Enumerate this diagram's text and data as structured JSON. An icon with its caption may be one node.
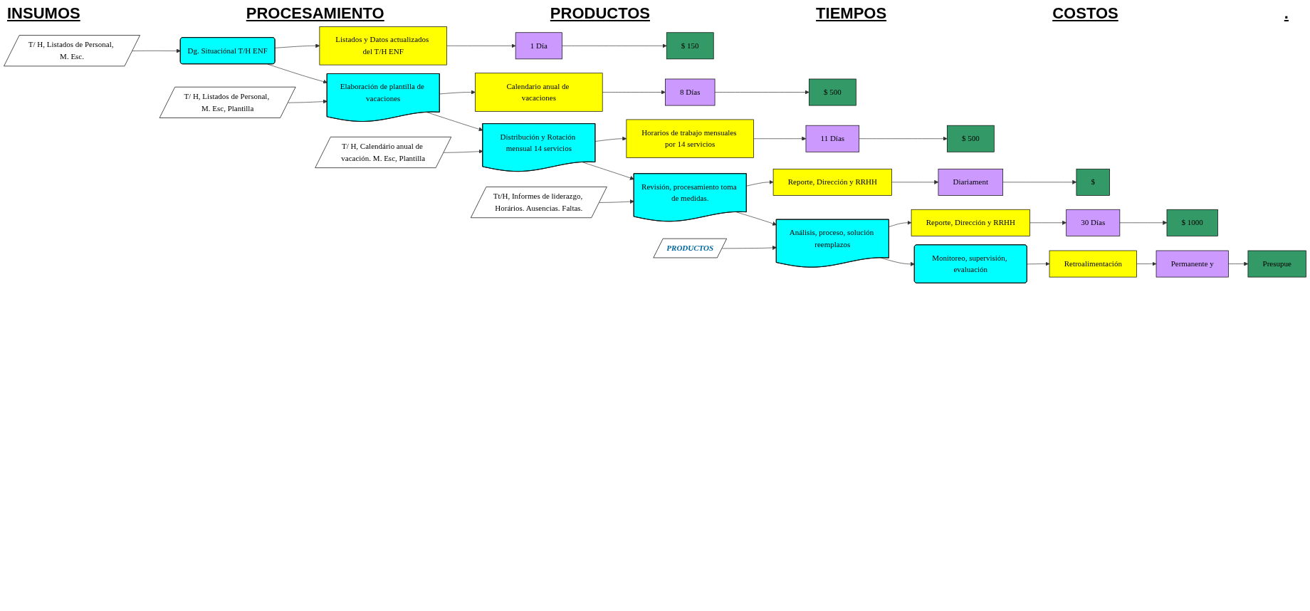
{
  "diagram": {
    "nodes": [
      {
        "text": [
          "T/ H, Listados de Personal, M. Esc."
        ]
      },
      {
        "text": [
          "Dg. Situaciónal T/H ENF"
        ]
      },
      {
        "text": [
          "Listados y Datos actualizados del T/H ENF"
        ]
      },
      {
        "text": [
          "1 Día"
        ]
      },
      {
        "text": [
          "$ 150"
        ]
      },
      {
        "text": [
          "T/ H, Listados de Personal, M. Esc, Plantilla"
        ]
      },
      {
        "text": [
          "Elaboración de plantilla de vacaciones"
        ]
      },
      {
        "text": [
          "Calendario anual de vacaciones"
        ]
      },
      {
        "text": [
          "8 Días"
        ]
      },
      {
        "text": [
          "$ 500"
        ]
      },
      {
        "text": [
          "T/ H, Calendário anual de vacación. M. Esc, Plantilla"
        ]
      },
      {
        "text": [
          "Distribución y Rotación mensual 14 servicios"
        ]
      },
      {
        "text": [
          "Horarios de trabajo mensuales por 14 servicios"
        ]
      },
      {
        "text": [
          "11 Días"
        ]
      },
      {
        "text": [
          "$ 500"
        ]
      },
      {
        "text": [
          "Tt/H, Informes de liderazgo, Horários. Ausencias. Faltas."
        ]
      },
      {
        "text": [
          "Revisión, procesamiento toma de medidas."
        ]
      },
      {
        "text": [
          "Reporte, Dirección y RRHH"
        ]
      },
      {
        "text": [
          "Diariament"
        ]
      },
      {
        "text": [
          "$"
        ]
      },
      {
        "text": [
          "PRODUCTOS"
        ]
      },
      {
        "text": [
          "Análisis, proceso, solución reemplazos"
        ]
      },
      {
        "text": [
          "Reporte, Dirección y RRHH"
        ]
      },
      {
        "text": [
          "30 Días"
        ]
      },
      {
        "text": [
          "$ 1000"
        ]
      },
      {
        "text": [
          "Monitoreo, supervisión, evaluación"
        ]
      },
      {
        "text": [
          "Retroalimentación"
        ]
      },
      {
        "text": [
          "Permanente y"
        ]
      },
      {
        "text": [
          "Presupue"
        ]
      }
    ],
    "edges": [
      {
        "from": 0,
        "to": 1,
        "arrow": "to"
      },
      {
        "from": 1,
        "to": 2,
        "arrow": "to"
      },
      {
        "from": 2,
        "to": 3,
        "arrow": "to"
      },
      {
        "from": 3,
        "to": 4,
        "arrow": "to"
      },
      {
        "from": 1,
        "to": 6,
        "arrow": "to"
      },
      {
        "from": 5,
        "to": 6,
        "arrow": "to"
      },
      {
        "from": 6,
        "to": 7,
        "arrow": "to"
      },
      {
        "from": 7,
        "to": 8,
        "arrow": "to"
      },
      {
        "from": 8,
        "to": 9,
        "arrow": "to"
      },
      {
        "from": 6,
        "to": 11,
        "arrow": "to"
      },
      {
        "from": 10,
        "to": 11,
        "arrow": "to"
      },
      {
        "from": 11,
        "to": 12,
        "arrow": "to"
      },
      {
        "from": 12,
        "to": 13,
        "arrow": "to"
      },
      {
        "from": 13,
        "to": 14,
        "arrow": "to"
      },
      {
        "from": 11,
        "to": 16,
        "arrow": "to"
      },
      {
        "from": 15,
        "to": 16,
        "arrow": "to"
      },
      {
        "from": 16,
        "to": 17,
        "arrow": "to"
      },
      {
        "from": 17,
        "to": 18,
        "arrow": "to"
      },
      {
        "from": 18,
        "to": 19,
        "arrow": "to"
      },
      {
        "from": 16,
        "to": 21,
        "arrow": "to"
      },
      {
        "from": 20,
        "to": 21,
        "arrow": "to"
      },
      {
        "from": 21,
        "to": 22,
        "arrow": "to"
      },
      {
        "from": 22,
        "to": 23,
        "arrow": "to"
      },
      {
        "from": 23,
        "to": 24,
        "arrow": "to"
      },
      {
        "from": 21,
        "to": 25,
        "arrow": "to"
      },
      {
        "from": 25,
        "to": 26,
        "arrow": "to"
      },
      {
        "from": 26,
        "to": 27,
        "arrow": "to"
      },
      {
        "from": 27,
        "to": 28,
        "arrow": "to"
      }
    ],
    "labels": [
      "INSUMOS",
      "PROCESAMIENTO",
      "PRODUCTOS",
      "TIEMPOS",
      "COSTOS",
      "."
    ]
  }
}
